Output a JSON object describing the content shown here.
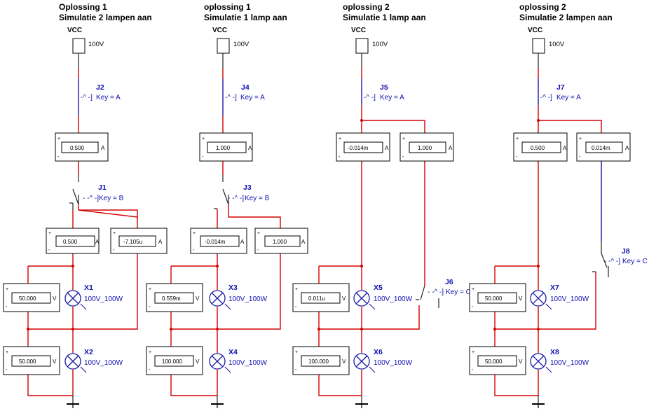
{
  "circuits": [
    {
      "title_line1": "Oplossing 1",
      "title_line2": "Simulatie 2 lampen aan",
      "vcc_label": "VCC",
      "vcc_value": "100V",
      "main_switch": {
        "name": "J2",
        "key": "Key = A"
      },
      "mid_switch": {
        "name": "J1",
        "key": "Key = B"
      },
      "meters": {
        "top_left": "0.500",
        "mid_left": "0.500",
        "mid_right": "-7.105u",
        "lamp1_v": "50.000",
        "lamp2_v": "50.000"
      },
      "lamps": [
        {
          "name": "X1",
          "rating": "100V_100W"
        },
        {
          "name": "X2",
          "rating": "100V_100W"
        }
      ]
    },
    {
      "title_line1": "oplossing 1",
      "title_line2": "Simulatie 1 lamp aan",
      "vcc_label": "VCC",
      "vcc_value": "100V",
      "main_switch": {
        "name": "J4",
        "key": "Key = A"
      },
      "mid_switch": {
        "name": "J3",
        "key": "Key = B"
      },
      "meters": {
        "top_left": "1.000",
        "mid_left": "-0.014m",
        "mid_right": "1.000",
        "lamp1_v": "0.559m",
        "lamp2_v": "100.000"
      },
      "lamps": [
        {
          "name": "X3",
          "rating": "100V_100W"
        },
        {
          "name": "X4",
          "rating": "100V_100W"
        }
      ]
    },
    {
      "title_line1": "oplossing 2",
      "title_line2": "Simulatie 1 lamp aan",
      "vcc_label": "VCC",
      "vcc_value": "100V",
      "main_switch": {
        "name": "J5",
        "key": "Key = A"
      },
      "side_switch": {
        "name": "J6",
        "key": "Key = C"
      },
      "meters": {
        "top_left": "-0.014m",
        "top_right": "1.000",
        "lamp1_v": "0.011u",
        "lamp2_v": "100.000"
      },
      "lamps": [
        {
          "name": "X5",
          "rating": "100V_100W"
        },
        {
          "name": "X6",
          "rating": "100V_100W"
        }
      ]
    },
    {
      "title_line1": "oplossing 2",
      "title_line2": "Simulatie 2 lampen aan",
      "vcc_label": "VCC",
      "vcc_value": "100V",
      "main_switch": {
        "name": "J7",
        "key": "Key = A"
      },
      "side_switch": {
        "name": "J8",
        "key": "Key = C"
      },
      "meters": {
        "top_left": "0.500",
        "top_right": "0.014m",
        "lamp1_v": "50.000",
        "lamp2_v": "50.000"
      },
      "lamps": [
        {
          "name": "X7",
          "rating": "100V_100W"
        },
        {
          "name": "X8",
          "rating": "100V_100W"
        }
      ]
    }
  ],
  "units": {
    "ampere": "A",
    "volt": "V"
  },
  "colors": {
    "wire_live": "#d40000",
    "wire_switch": "#1a1aa6",
    "label": "#1010b0"
  }
}
